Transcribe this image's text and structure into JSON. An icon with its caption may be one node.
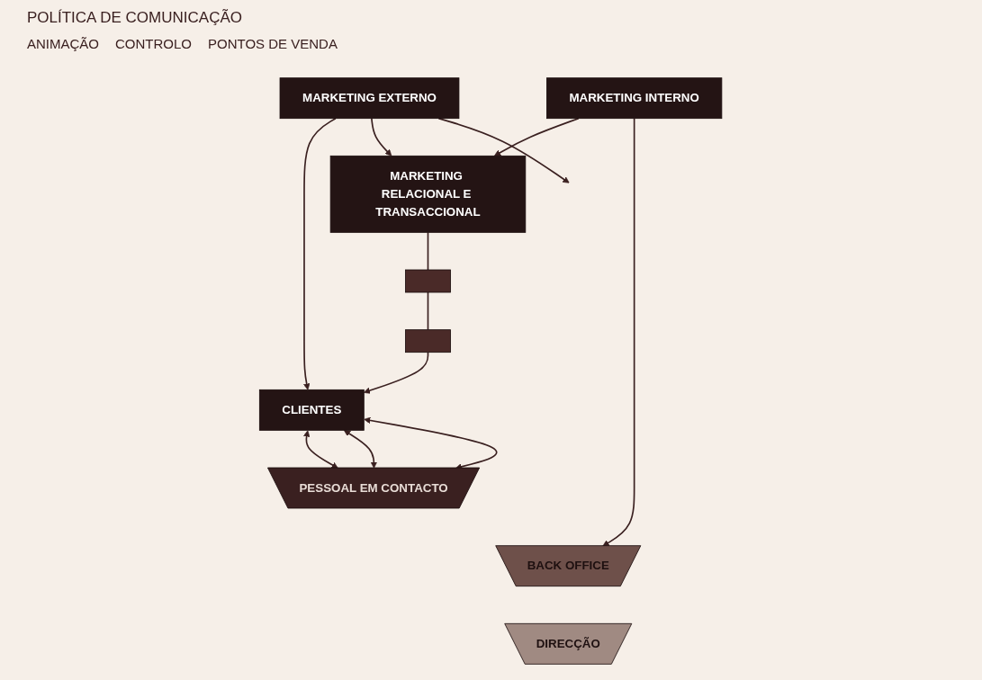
{
  "diagram": {
    "title": "POLÍTICA DE COMUNICAÇÃO",
    "nodes": [
      {
        "text": [
          "MARKETING EXTERNO"
        ]
      },
      {
        "text": [
          "CLIENTES"
        ]
      },
      {
        "text": [
          "MARKETING RELACIONAL E TRANSACCIONAL"
        ]
      },
      {
        "text": [],
        "shape": "box"
      },
      {
        "text": [],
        "shape": "box"
      },
      {
        "text": [
          "PESSOAL EM CONTACTO"
        ]
      },
      {
        "text": [
          "BACK OFFICE"
        ]
      },
      {
        "text": [
          "DIRECÇÃO"
        ]
      },
      {
        "text": [
          "MARKETING INTERNO"
        ]
      }
    ],
    "edges": [
      {
        "from": 0,
        "to": 1,
        "arrow": "to"
      },
      {
        "from": 0,
        "to": 2,
        "arrow": "to"
      },
      {
        "from": 0,
        "to": null,
        "arrow": "to"
      },
      {
        "from": 2,
        "to": 3,
        "arrow": "none"
      },
      {
        "from": 3,
        "to": 4,
        "arrow": "none"
      },
      {
        "from": 4,
        "to": 1,
        "arrow": "to"
      },
      {
        "from": 1,
        "to": 5,
        "arrow": "both"
      },
      {
        "from": 1,
        "to": 5,
        "arrow": "both"
      },
      {
        "from": 1,
        "to": 5,
        "arrow": "both"
      },
      {
        "from": 8,
        "to": 2,
        "arrow": "to"
      },
      {
        "from": 8,
        "to": 6,
        "arrow": "to"
      }
    ],
    "labels": [
      "ANIMAÇÃO",
      "CONTROLO",
      "PONTOS DE VENDA"
    ]
  }
}
